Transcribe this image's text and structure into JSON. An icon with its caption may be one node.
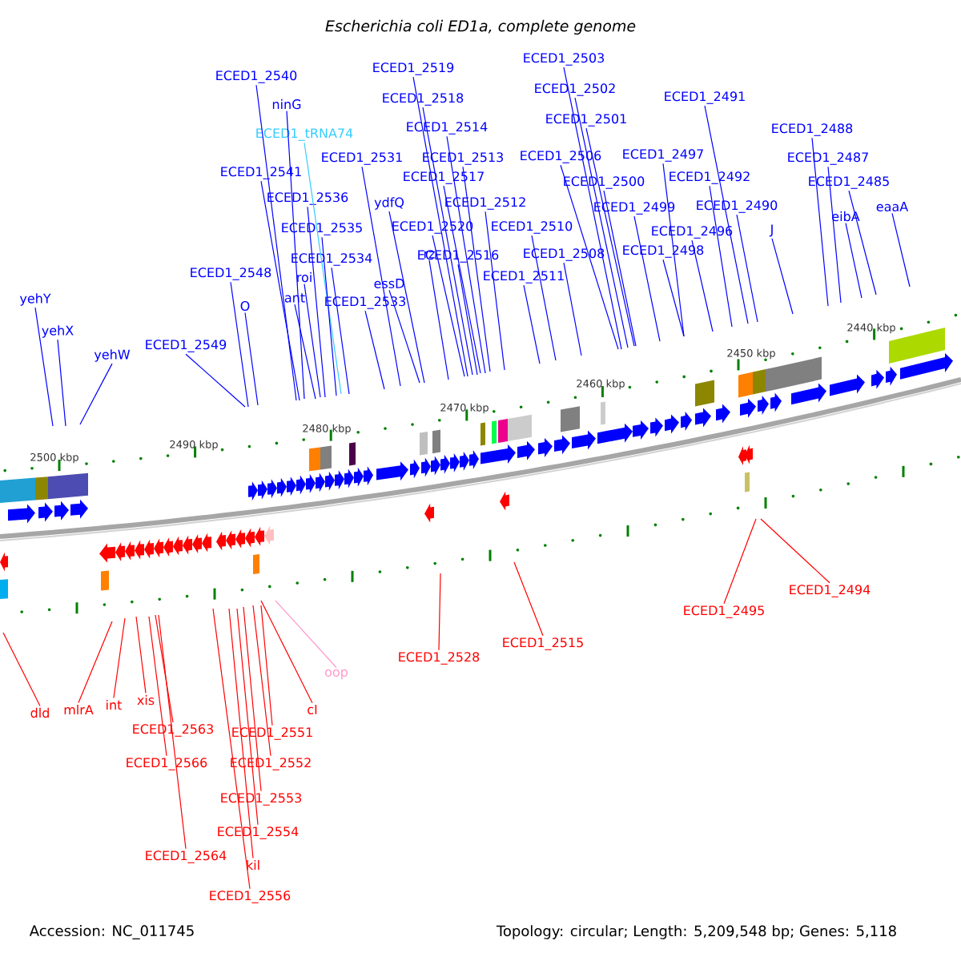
{
  "diagram": {
    "title": "Escherichia coli ED1a, complete genome",
    "nodes": [
      {
        "text": [
          "ECED1_2503"
        ]
      },
      {
        "text": [
          "ECED1_2540"
        ]
      },
      {
        "text": [
          "ECED1_2519"
        ]
      },
      {
        "text": [
          "ECED1_2502"
        ]
      },
      {
        "text": [
          "ECED1_2491"
        ]
      },
      {
        "text": [
          "ninG"
        ]
      },
      {
        "text": [
          "ECED1_2518"
        ]
      },
      {
        "text": [
          "ECED1_2501"
        ]
      },
      {
        "text": [
          "ECED1_2514"
        ]
      },
      {
        "text": [
          "ECED1_2488"
        ]
      },
      {
        "text": [
          "ECED1_tRNA74"
        ]
      },
      {
        "text": [
          "ECED1_2531"
        ]
      },
      {
        "text": [
          "ECED1_2513"
        ]
      },
      {
        "text": [
          "ECED1_2506"
        ]
      },
      {
        "text": [
          "ECED1_2497"
        ]
      },
      {
        "text": [
          "ECED1_2487"
        ]
      },
      {
        "text": [
          "ECED1_2541"
        ]
      },
      {
        "text": [
          "ECED1_2517"
        ]
      },
      {
        "text": [
          "ECED1_2492"
        ]
      },
      {
        "text": [
          "ECED1_2500"
        ]
      },
      {
        "text": [
          "ECED1_2485"
        ]
      },
      {
        "text": [
          "ECED1_2536"
        ]
      },
      {
        "text": [
          "ydfQ"
        ]
      },
      {
        "text": [
          "ECED1_2512"
        ]
      },
      {
        "text": [
          "ECED1_2499"
        ]
      },
      {
        "text": [
          "ECED1_2490"
        ]
      },
      {
        "text": [
          "eaaA"
        ]
      },
      {
        "text": [
          "eibA"
        ]
      },
      {
        "text": [
          "ECED1_2535"
        ]
      },
      {
        "text": [
          "ECED1_2520"
        ]
      },
      {
        "text": [
          "ECED1_2510"
        ]
      },
      {
        "text": [
          "ECED1_2496"
        ]
      },
      {
        "text": [
          "J"
        ]
      },
      {
        "text": [
          "ECED1_2508"
        ]
      },
      {
        "text": [
          "ECED1_2498"
        ]
      },
      {
        "text": [
          "ECED1_2516"
        ]
      },
      {
        "text": [
          "rz"
        ]
      },
      {
        "text": [
          "ECED1_2534"
        ]
      },
      {
        "text": [
          "ECED1_2548"
        ]
      },
      {
        "text": [
          "roi"
        ]
      },
      {
        "text": [
          "essD"
        ]
      },
      {
        "text": [
          "ECED1_2511"
        ]
      },
      {
        "text": [
          "ant"
        ]
      },
      {
        "text": [
          "yehY"
        ]
      },
      {
        "text": [
          "ECED1_2533"
        ]
      },
      {
        "text": [
          "O"
        ]
      },
      {
        "text": [
          "yehX"
        ]
      },
      {
        "text": [
          "ECED1_2549"
        ]
      },
      {
        "text": [
          "yehW"
        ]
      },
      {
        "text": [
          "oop"
        ]
      },
      {
        "text": [
          "cI"
        ]
      },
      {
        "text": [
          "mlrA"
        ]
      },
      {
        "text": [
          "int"
        ]
      },
      {
        "text": [
          "xis"
        ]
      },
      {
        "text": [
          "dld"
        ]
      },
      {
        "text": [
          "ECED1_2563"
        ]
      },
      {
        "text": [
          "ECED1_2551"
        ]
      },
      {
        "text": [
          "ECED1_2566"
        ]
      },
      {
        "text": [
          "ECED1_2552"
        ]
      },
      {
        "text": [
          "ECED1_2553"
        ]
      },
      {
        "text": [
          "ECED1_2554"
        ]
      },
      {
        "text": [
          "ECED1_2564"
        ]
      },
      {
        "text": [
          "kil"
        ]
      },
      {
        "text": [
          "ECED1_2556"
        ]
      },
      {
        "text": [
          "ECED1_2528"
        ]
      },
      {
        "text": [
          "ECED1_2515"
        ]
      },
      {
        "text": [
          "ECED1_2495"
        ]
      },
      {
        "text": [
          "ECED1_2494"
        ]
      }
    ],
    "edges": [
      {
        "from": 0,
        "to": null,
        "arrow": "none"
      },
      {
        "from": 1,
        "to": null,
        "arrow": "none"
      },
      {
        "from": 2,
        "to": null,
        "arrow": "none"
      },
      {
        "from": 3,
        "to": null,
        "arrow": "none"
      },
      {
        "from": 4,
        "to": null,
        "arrow": "none"
      },
      {
        "from": 5,
        "to": null,
        "arrow": "none"
      },
      {
        "from": 6,
        "to": null,
        "arrow": "none"
      },
      {
        "from": 7,
        "to": null,
        "arrow": "none"
      },
      {
        "from": 8,
        "to": null,
        "arrow": "none"
      },
      {
        "from": 9,
        "to": null,
        "arrow": "none"
      },
      {
        "from": 10,
        "to": null,
        "arrow": "none",
        "color": "#33ccff"
      },
      {
        "from": 11,
        "to": null,
        "arrow": "none"
      },
      {
        "from": 12,
        "to": null,
        "arrow": "none"
      },
      {
        "from": 13,
        "to": null,
        "arrow": "none"
      },
      {
        "from": 14,
        "to": null,
        "arrow": "none"
      },
      {
        "from": 15,
        "to": null,
        "arrow": "none"
      },
      {
        "from": 16,
        "to": null,
        "arrow": "none"
      },
      {
        "from": 17,
        "to": null,
        "arrow": "none"
      },
      {
        "from": 18,
        "to": null,
        "arrow": "none"
      },
      {
        "from": 19,
        "to": null,
        "arrow": "none"
      },
      {
        "from": 20,
        "to": null,
        "arrow": "none"
      },
      {
        "from": 21,
        "to": null,
        "arrow": "none"
      },
      {
        "from": 22,
        "to": null,
        "arrow": "none"
      },
      {
        "from": 23,
        "to": null,
        "arrow": "none"
      },
      {
        "from": 24,
        "to": null,
        "arrow": "none"
      },
      {
        "from": 25,
        "to": null,
        "arrow": "none"
      },
      {
        "from": 26,
        "to": null,
        "arrow": "none"
      },
      {
        "from": 27,
        "to": null,
        "arrow": "none"
      },
      {
        "from": 28,
        "to": null,
        "arrow": "none"
      },
      {
        "from": 29,
        "to": null,
        "arrow": "none"
      },
      {
        "from": 30,
        "to": null,
        "arrow": "none"
      },
      {
        "from": 31,
        "to": null,
        "arrow": "none"
      },
      {
        "from": 32,
        "to": null,
        "arrow": "none"
      },
      {
        "from": 33,
        "to": null,
        "arrow": "none"
      },
      {
        "from": 34,
        "to": null,
        "arrow": "none"
      },
      {
        "from": 35,
        "to": null,
        "arrow": "none"
      },
      {
        "from": 36,
        "to": null,
        "arrow": "none"
      },
      {
        "from": 37,
        "to": null,
        "arrow": "none"
      },
      {
        "from": 38,
        "to": null,
        "arrow": "none"
      },
      {
        "from": 39,
        "to": null,
        "arrow": "none"
      },
      {
        "from": 40,
        "to": null,
        "arrow": "none"
      },
      {
        "from": 41,
        "to": null,
        "arrow": "none"
      },
      {
        "from": 42,
        "to": null,
        "arrow": "none"
      },
      {
        "from": 43,
        "to": null,
        "arrow": "none"
      },
      {
        "from": 44,
        "to": null,
        "arrow": "none"
      },
      {
        "from": 45,
        "to": null,
        "arrow": "none"
      },
      {
        "from": 46,
        "to": null,
        "arrow": "none"
      },
      {
        "from": 47,
        "to": null,
        "arrow": "none"
      },
      {
        "from": 48,
        "to": null,
        "arrow": "none"
      },
      {
        "from": 49,
        "to": null,
        "arrow": "none",
        "color": "#ff99cc"
      },
      {
        "from": 50,
        "to": null,
        "arrow": "none",
        "color": "#ff0000"
      },
      {
        "from": 51,
        "to": null,
        "arrow": "none",
        "color": "#ff0000"
      },
      {
        "from": 52,
        "to": null,
        "arrow": "none",
        "color": "#ff0000"
      },
      {
        "from": 53,
        "to": null,
        "arrow": "none",
        "color": "#ff0000"
      },
      {
        "from": 54,
        "to": null,
        "arrow": "none",
        "color": "#ff0000"
      },
      {
        "from": 55,
        "to": null,
        "arrow": "none",
        "color": "#ff0000"
      },
      {
        "from": 56,
        "to": null,
        "arrow": "none",
        "color": "#ff0000"
      },
      {
        "from": 57,
        "to": null,
        "arrow": "none",
        "color": "#ff0000"
      },
      {
        "from": 58,
        "to": null,
        "arrow": "none",
        "color": "#ff0000"
      },
      {
        "from": 59,
        "to": null,
        "arrow": "none",
        "color": "#ff0000"
      },
      {
        "from": 60,
        "to": null,
        "arrow": "none",
        "color": "#ff0000"
      },
      {
        "from": 61,
        "to": null,
        "arrow": "none",
        "color": "#ff0000"
      },
      {
        "from": 62,
        "to": null,
        "arrow": "none",
        "color": "#ff0000"
      },
      {
        "from": 63,
        "to": null,
        "arrow": "none",
        "color": "#ff0000"
      },
      {
        "from": 64,
        "to": null,
        "arrow": "none",
        "color": "#ff0000"
      },
      {
        "from": 65,
        "to": null,
        "arrow": "none",
        "color": "#ff0000"
      },
      {
        "from": 66,
        "to": null,
        "arrow": "none",
        "color": "#ff0000"
      },
      {
        "from": 67,
        "to": null,
        "arrow": "none",
        "color": "#ff0000"
      }
    ],
    "labels": [
      "2500 kbp",
      "2490 kbp",
      "2480 kbp",
      "2470 kbp",
      "2460 kbp",
      "2450 kbp",
      "2440 kbp",
      "Accession: NC_011745",
      "Topology: circular; Length: 5,209,548 bp; Genes: 5,118"
    ]
  }
}
